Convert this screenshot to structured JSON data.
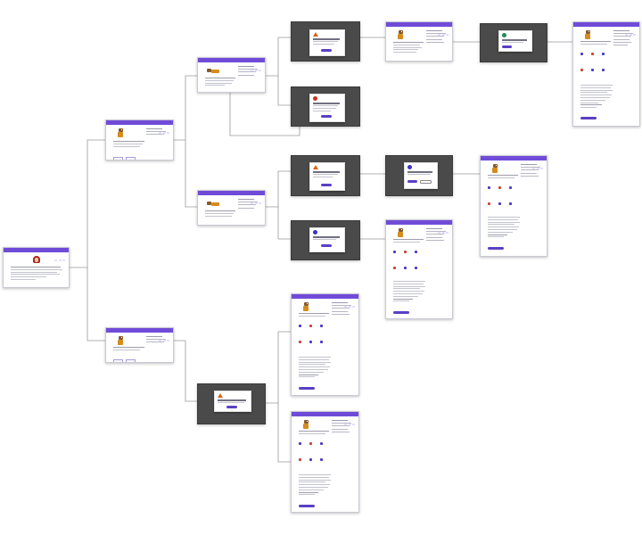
{
  "diagram": {
    "type": "wireframe flow map",
    "screens": [
      {
        "id": "root",
        "kind": "page",
        "variant": "intro"
      },
      {
        "id": "q-approach",
        "kind": "page",
        "variant": "options"
      },
      {
        "id": "q-lying-a",
        "kind": "page",
        "variant": "lying"
      },
      {
        "id": "q-lying-b",
        "kind": "page",
        "variant": "lying"
      },
      {
        "id": "q-options",
        "kind": "page",
        "variant": "options"
      },
      {
        "id": "m-warn-1",
        "kind": "modal",
        "icon": "warning"
      },
      {
        "id": "m-error-1",
        "kind": "modal",
        "icon": "error"
      },
      {
        "id": "result-1",
        "kind": "page",
        "variant": "result"
      },
      {
        "id": "m-success-1",
        "kind": "modal",
        "icon": "success"
      },
      {
        "id": "final-1",
        "kind": "page",
        "variant": "long"
      },
      {
        "id": "m-warn-2",
        "kind": "modal",
        "icon": "warning"
      },
      {
        "id": "m-info-1",
        "kind": "modal",
        "icon": "info"
      },
      {
        "id": "final-2",
        "kind": "page",
        "variant": "long"
      },
      {
        "id": "m-info-2",
        "kind": "modal",
        "icon": "info"
      },
      {
        "id": "final-3",
        "kind": "page",
        "variant": "long"
      },
      {
        "id": "final-4",
        "kind": "page",
        "variant": "long"
      },
      {
        "id": "m-warn-3",
        "kind": "modal",
        "icon": "warning"
      },
      {
        "id": "final-5",
        "kind": "page",
        "variant": "long"
      }
    ],
    "edges": [
      [
        "root",
        "q-approach"
      ],
      [
        "root",
        "q-options"
      ],
      [
        "q-approach",
        "q-lying-a"
      ],
      [
        "q-approach",
        "q-lying-b"
      ],
      [
        "q-lying-a",
        "m-warn-1"
      ],
      [
        "q-lying-a",
        "m-error-1"
      ],
      [
        "q-lying-a",
        "m-error-1"
      ],
      [
        "m-warn-1",
        "result-1"
      ],
      [
        "result-1",
        "m-success-1"
      ],
      [
        "m-success-1",
        "final-1"
      ],
      [
        "q-lying-b",
        "m-warn-2"
      ],
      [
        "q-lying-b",
        "m-info-1"
      ],
      [
        "m-warn-2",
        "m-info-2"
      ],
      [
        "m-info-2",
        "final-2"
      ],
      [
        "m-info-1",
        "final-3"
      ],
      [
        "q-options",
        "final-4"
      ],
      [
        "q-options",
        "m-warn-3"
      ],
      [
        "m-warn-3",
        "final-5"
      ]
    ],
    "colors": {
      "header": "#6f4bd8",
      "overlay": "#4a4a4a",
      "connector": "#9a9a9a",
      "warning": "#d3661d",
      "error": "#c8351f",
      "info": "#3b31c8",
      "success": "#1e8c5a",
      "button": "#5b3fc4"
    }
  }
}
